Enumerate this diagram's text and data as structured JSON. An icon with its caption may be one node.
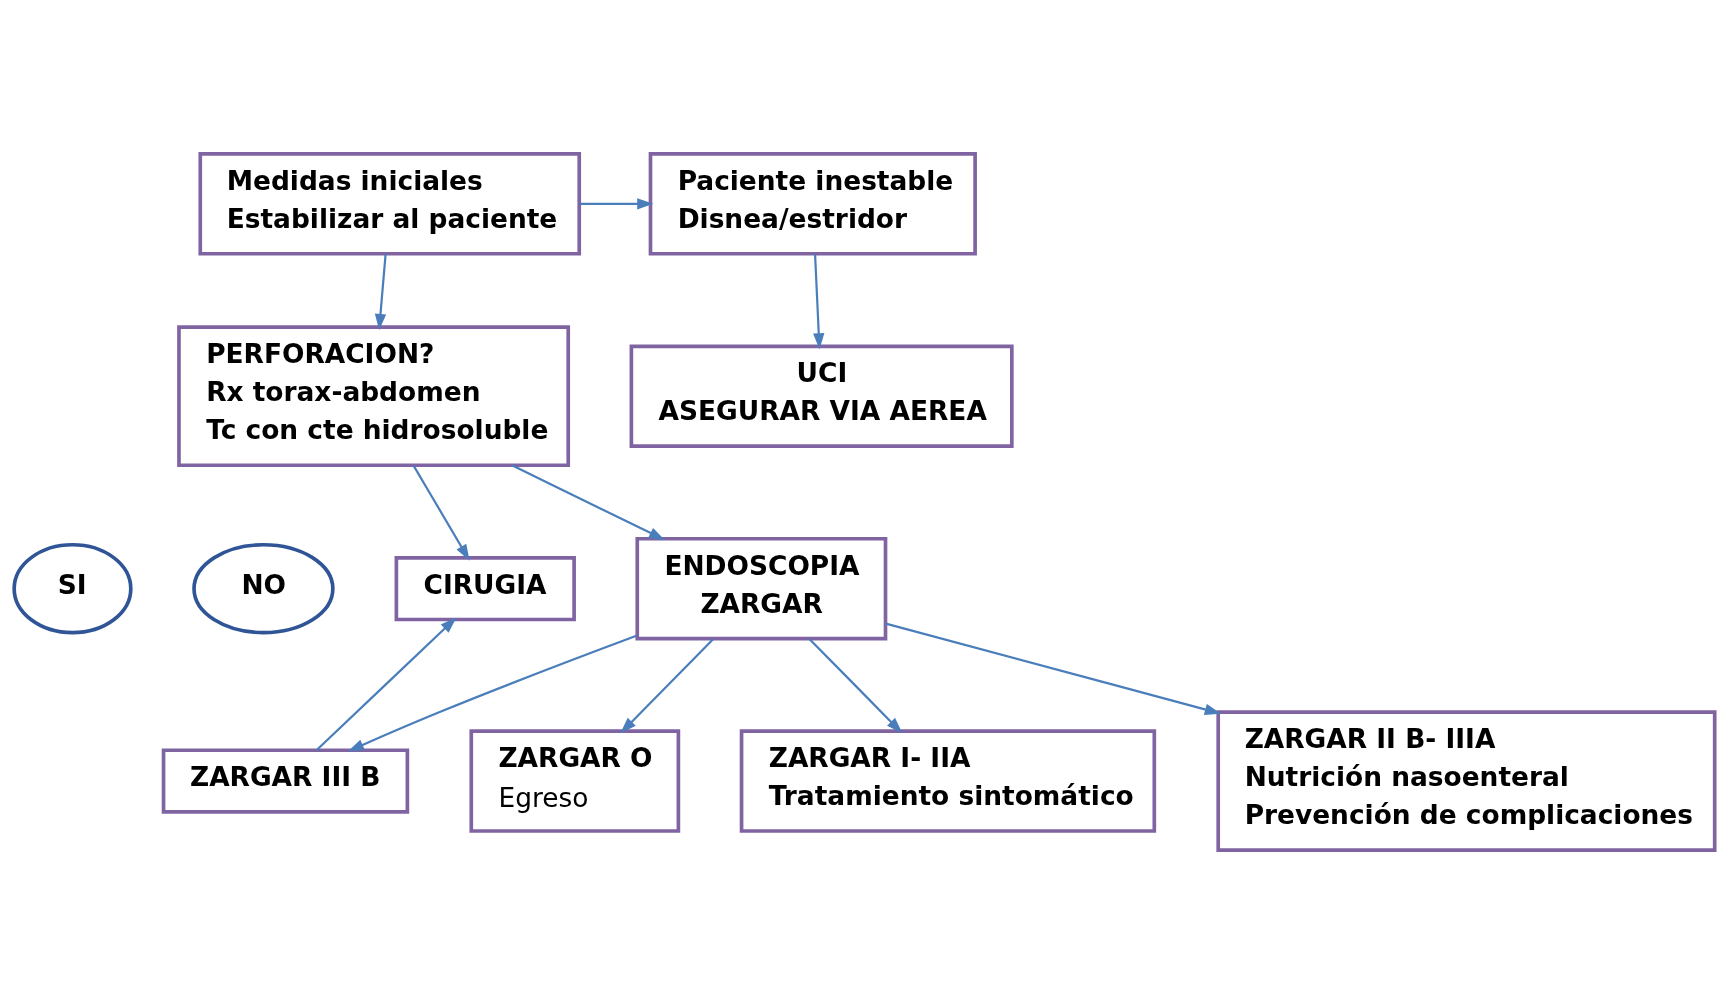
{
  "diagram": {
    "nodes": [
      {
        "text": [
          "Medidas iniciales",
          "Estabilizar al paciente"
        ]
      },
      {
        "text": [
          "Paciente inestable",
          "Disnea/estridor"
        ]
      },
      {
        "text": [
          "PERFORACION?",
          "Rx torax-abdomen",
          "Tc con cte hidrosoluble"
        ]
      },
      {
        "text": [
          "UCI",
          "ASEGURAR VIA AEREA"
        ]
      },
      {
        "text": [
          "SI"
        ]
      },
      {
        "text": [
          "NO"
        ]
      },
      {
        "text": [
          "CIRUGIA"
        ]
      },
      {
        "text": [
          "ENDOSCOPIA",
          "ZARGAR"
        ]
      },
      {
        "text": [
          "ZARGAR O",
          "Egreso"
        ]
      },
      {
        "text": [
          "ZARGAR I- IIA",
          "Tratamiento sintomático"
        ]
      },
      {
        "text": [
          "ZARGAR II B- IIIA",
          "Nutrición nasoenteral",
          "Prevención de complicaciones"
        ]
      },
      {
        "text": [
          "ZARGAR III B"
        ]
      }
    ],
    "edges": [
      {
        "from": 0,
        "to": 2,
        "arrow": "to"
      },
      {
        "from": 0,
        "to": 1,
        "arrow": "to"
      },
      {
        "from": 1,
        "to": 3,
        "arrow": "to"
      },
      {
        "from": 2,
        "to": 7,
        "arrow": "to"
      },
      {
        "from": 2,
        "to": 6,
        "arrow": "to"
      },
      {
        "from": 7,
        "to": 8,
        "arrow": "to"
      },
      {
        "from": 7,
        "to": 9,
        "arrow": "to"
      },
      {
        "from": 7,
        "to": 10,
        "arrow": "to"
      },
      {
        "from": 7,
        "to": 11,
        "arrow": "to"
      },
      {
        "from": 11,
        "to": 6,
        "arrow": "to"
      }
    ]
  }
}
